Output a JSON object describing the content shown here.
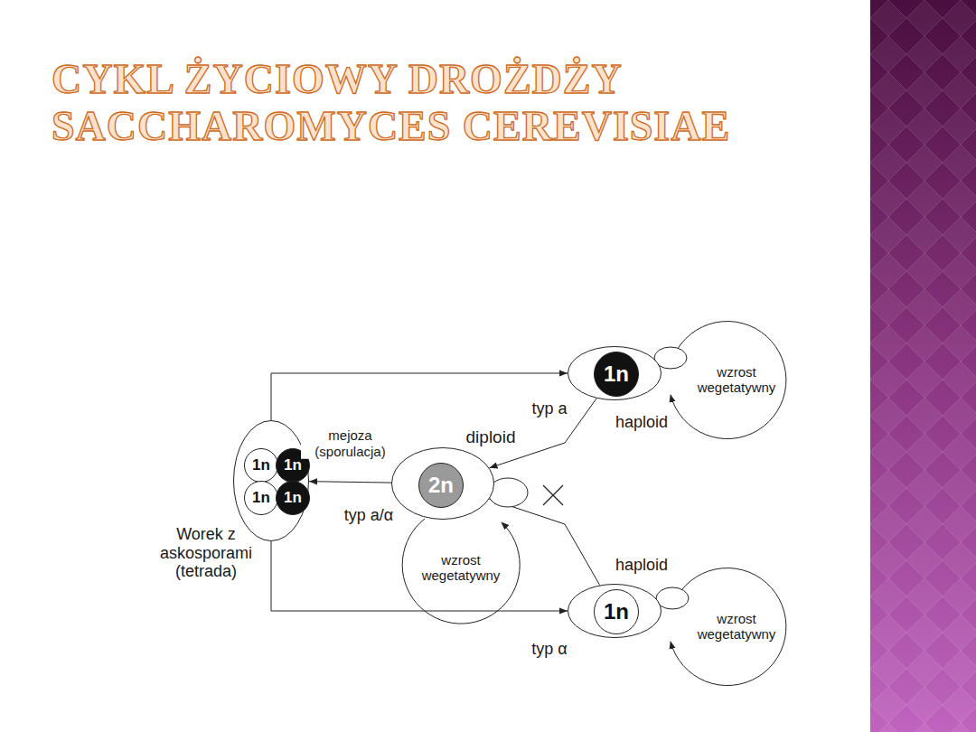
{
  "diagram": {
    "title": "CYKL ŻYCIOWY DROŻDŻY SACCHAROMYCES CEREVISIAE",
    "nodes": [
      {
        "text": [
          "Worek z askosporami (tetrada)"
        ]
      },
      {
        "text": [
          "1n"
        ],
        "in": 0
      },
      {
        "text": [
          "1n"
        ],
        "in": 0
      },
      {
        "text": [
          "1n"
        ],
        "in": 0
      },
      {
        "text": [
          "1n"
        ],
        "in": 0
      },
      {
        "text": [
          "typ a",
          "haploid"
        ]
      },
      {
        "text": [
          "1n"
        ],
        "in": 5
      },
      {
        "text": [
          "diploid",
          "typ a/α"
        ]
      },
      {
        "text": [
          "2n"
        ],
        "in": 7
      },
      {
        "text": [
          "haploid",
          "typ α"
        ]
      },
      {
        "text": [
          "1n"
        ],
        "in": 9
      }
    ],
    "edges": [
      {
        "from": 0,
        "to": 5,
        "arrow": "to"
      },
      {
        "from": 0,
        "to": 9,
        "arrow": "to"
      },
      {
        "from": 7,
        "to": 0,
        "label": "mejoza (sporulacja)",
        "arrow": "to"
      },
      {
        "from": 5,
        "to": 7,
        "arrow": "to"
      },
      {
        "from": 9,
        "to": 7,
        "arrow": "to"
      }
    ],
    "labels": [
      "wzrost wegetatywny",
      "wzrost wegetatywny",
      "wzrost wegetatywny"
    ]
  }
}
